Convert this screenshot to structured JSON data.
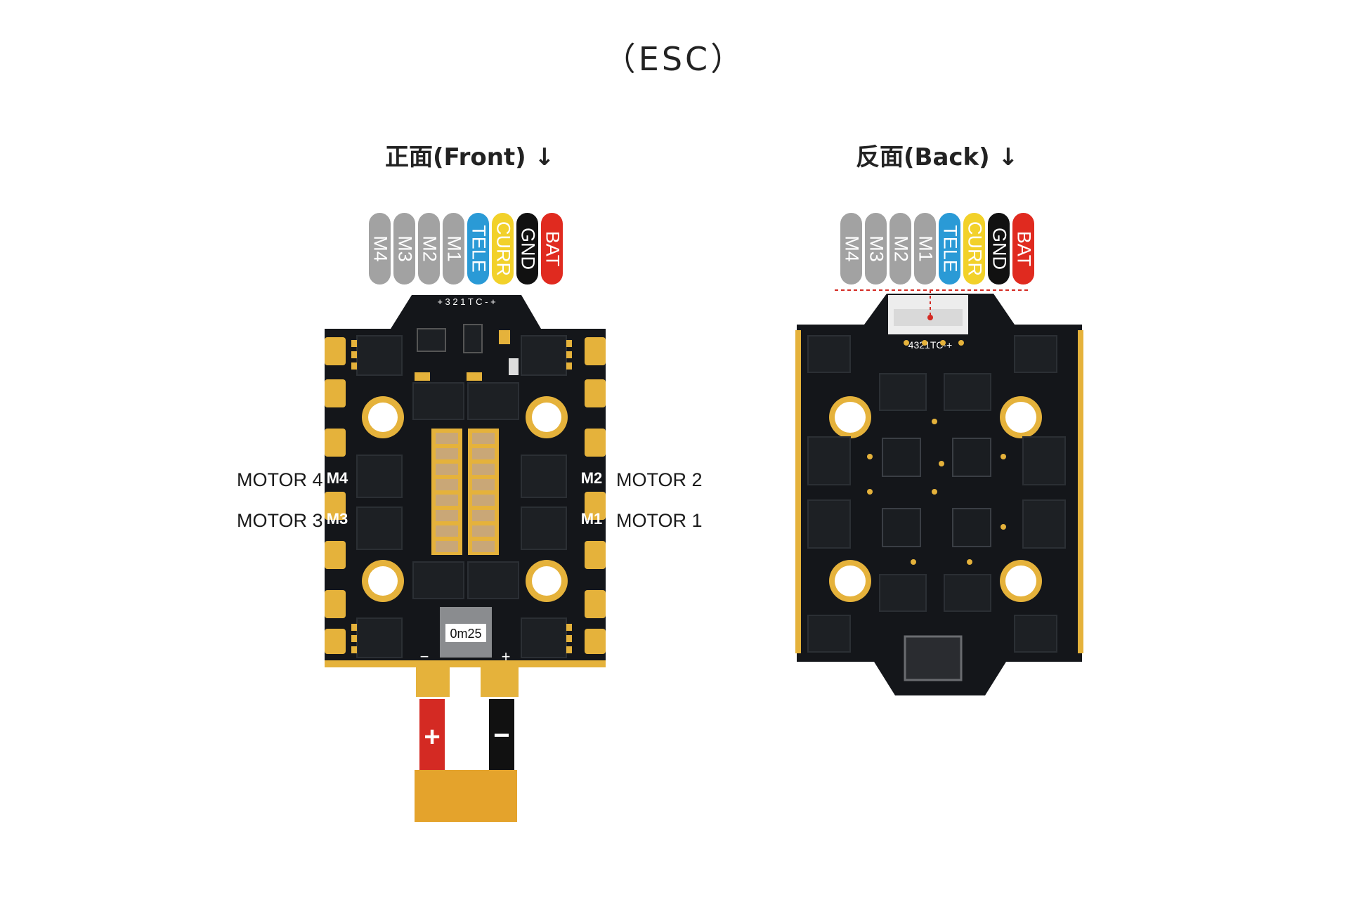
{
  "title": "（ESC）",
  "views": {
    "front": {
      "label": "正面(Front) ↓"
    },
    "back": {
      "label": "反面(Back) ↓"
    }
  },
  "wire_pins": [
    {
      "label": "M4",
      "color": "#a2a2a2",
      "text_color": "#ffffff"
    },
    {
      "label": "M3",
      "color": "#a2a2a2",
      "text_color": "#ffffff"
    },
    {
      "label": "M2",
      "color": "#a2a2a2",
      "text_color": "#ffffff"
    },
    {
      "label": "M1",
      "color": "#a2a2a2",
      "text_color": "#ffffff"
    },
    {
      "label": "TELE",
      "color": "#2a9ad6",
      "text_color": "#ffffff"
    },
    {
      "label": "CURR",
      "color": "#f2d12a",
      "text_color": "#ffffff"
    },
    {
      "label": "GND",
      "color": "#111111",
      "text_color": "#ffffff"
    },
    {
      "label": "BAT",
      "color": "#e02a1f",
      "text_color": "#ffffff"
    }
  ],
  "motors": {
    "motor4": "MOTOR 4",
    "motor3": "MOTOR 3",
    "motor2": "MOTOR 2",
    "motor1": "MOTOR 1"
  },
  "front_silkscreen": {
    "pins": "+ 3 2 1 T C - +",
    "m4": "M4",
    "m3": "M3",
    "m2": "M2",
    "m1": "M1",
    "minus": "−",
    "plus": "+",
    "shunt": "0m25"
  },
  "back_silkscreen": {
    "pins": "4321TC-+"
  },
  "battery_lead": {
    "plus": "+",
    "minus": "−"
  },
  "colors": {
    "pcb": "#14161a",
    "gold": "#e5b23b",
    "connector": "#e4a32c",
    "red_wire": "#d42a23",
    "black_wire": "#111111"
  }
}
